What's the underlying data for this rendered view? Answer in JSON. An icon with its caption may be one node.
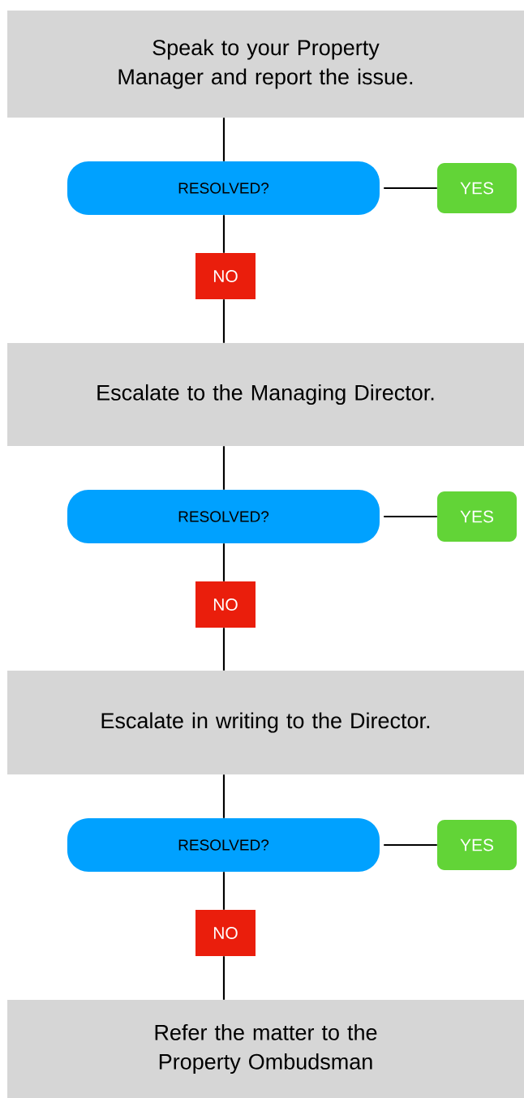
{
  "diagram": {
    "nodes": [
      {
        "text": [
          "Speak to your Property Manager and report the issue."
        ]
      },
      {
        "text": [
          "RESOLVED?"
        ]
      },
      {
        "text": [
          "YES"
        ]
      },
      {
        "text": [
          "NO"
        ]
      },
      {
        "text": [
          "Escalate to the Managing Director."
        ]
      },
      {
        "text": [
          "RESOLVED?"
        ]
      },
      {
        "text": [
          "YES"
        ]
      },
      {
        "text": [
          "NO"
        ]
      },
      {
        "text": [
          "Escalate in writing to the Director."
        ]
      },
      {
        "text": [
          "RESOLVED?"
        ]
      },
      {
        "text": [
          "YES"
        ]
      },
      {
        "text": [
          "NO"
        ]
      },
      {
        "text": [
          "Refer the matter to the Property Ombudsman"
        ]
      }
    ],
    "edges": [
      {
        "from": 0,
        "to": 1,
        "arrow": "none"
      },
      {
        "from": 1,
        "to": 2,
        "arrow": "none"
      },
      {
        "from": 1,
        "to": 3,
        "arrow": "none"
      },
      {
        "from": 3,
        "to": 4,
        "arrow": "none"
      },
      {
        "from": 4,
        "to": 5,
        "arrow": "none"
      },
      {
        "from": 5,
        "to": 6,
        "arrow": "none"
      },
      {
        "from": 5,
        "to": 7,
        "arrow": "none"
      },
      {
        "from": 7,
        "to": 8,
        "arrow": "none"
      },
      {
        "from": 8,
        "to": 9,
        "arrow": "none"
      },
      {
        "from": 9,
        "to": 10,
        "arrow": "none"
      },
      {
        "from": 9,
        "to": 11,
        "arrow": "none"
      },
      {
        "from": 11,
        "to": 12,
        "arrow": "none"
      }
    ]
  }
}
